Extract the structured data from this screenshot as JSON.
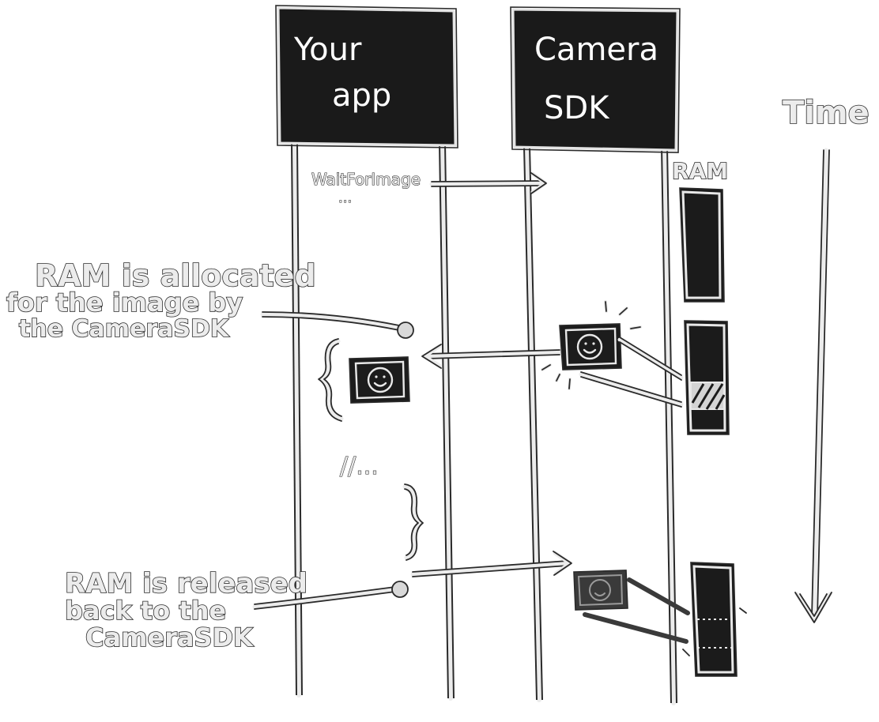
{
  "lanes": {
    "app": {
      "title_line1": "Your",
      "title_line2": "app"
    },
    "sdk": {
      "title_line1": "Camera",
      "title_line2": "SDK"
    }
  },
  "ram_label": "RAM",
  "time_label": "Time",
  "call_label": "WaitForImage",
  "ellipsis": "...",
  "pause_marker": "//...",
  "annotations": {
    "allocated": [
      "RAM is allocated",
      "for the image by",
      "the CameraSDK"
    ],
    "released": [
      "RAM is released",
      "back to the",
      "CameraSDK"
    ]
  },
  "colors": {
    "ink": "#2a2a2a",
    "block": "#1a1a1a",
    "paper": "#ffffff",
    "chalk": "#ececec"
  },
  "icons": {
    "image": "smiley-image-icon",
    "ram": "ram-block-icon",
    "arrow": "arrow-icon",
    "brace": "brace-icon"
  }
}
